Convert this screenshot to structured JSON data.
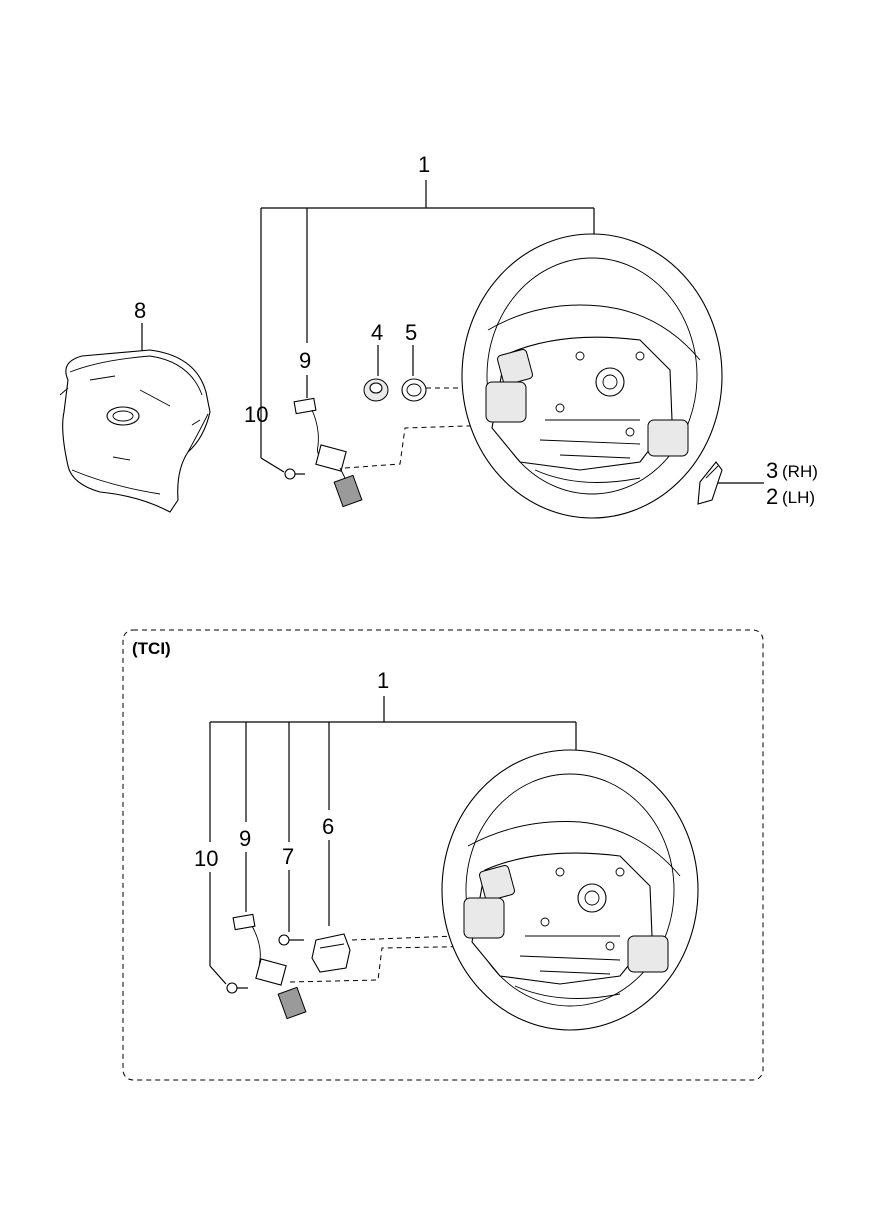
{
  "diagram": {
    "top_group": {
      "assembly_label": "1",
      "callouts": {
        "wiring": "9",
        "screw": "10",
        "part4": "4",
        "part5": "5",
        "airbag": "8",
        "cover_rh_num": "3",
        "cover_rh_side": "(RH)",
        "cover_lh_num": "2",
        "cover_lh_side": "(LH)"
      }
    },
    "tci_group": {
      "title": "(TCI)",
      "assembly_label": "1",
      "callouts": {
        "screw": "10",
        "wiring": "9",
        "bolt": "7",
        "switch": "6"
      }
    }
  }
}
